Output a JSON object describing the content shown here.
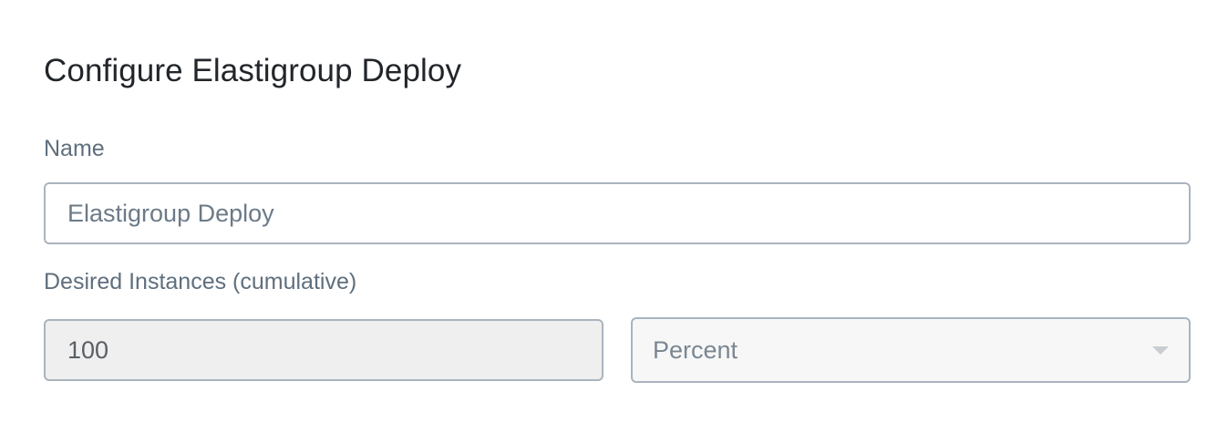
{
  "dialog": {
    "title": "Configure Elastigroup Deploy"
  },
  "name_field": {
    "label": "Name",
    "value": "Elastigroup Deploy"
  },
  "instances_field": {
    "label": "Desired Instances (cumulative)",
    "value": "100",
    "unit_selected": "Percent"
  },
  "icons": {
    "dropdown": "chevron-down-icon"
  },
  "colors": {
    "title_text": "#22262b",
    "label_text": "#5f6f7d",
    "input_border": "#aab4be",
    "disabled_input_bg": "#efefef"
  }
}
